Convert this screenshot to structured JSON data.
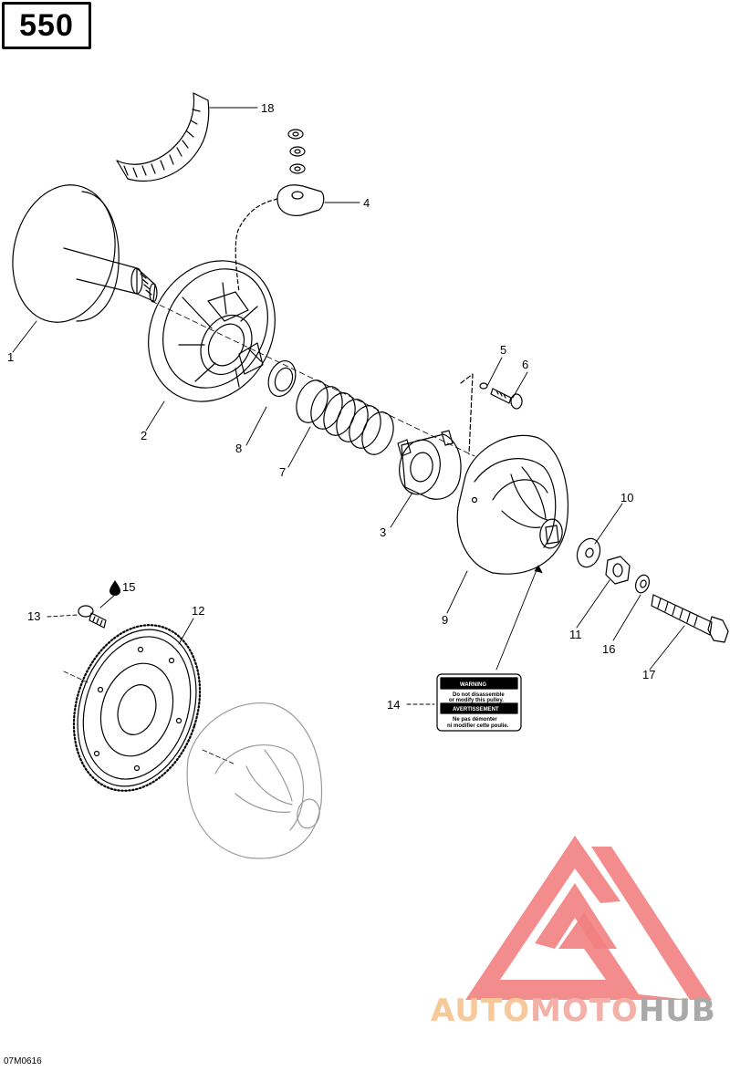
{
  "page_badge": "550",
  "drawing_ref": "07M0616",
  "brand": {
    "part1": "AUTO",
    "part2": "MOTO",
    "part3": "HUB"
  },
  "callouts": [
    "18",
    "4",
    "1",
    "2",
    "5",
    "6",
    "8",
    "7",
    "3",
    "10",
    "9",
    "11",
    "16",
    "17",
    "15",
    "13",
    "12",
    "14"
  ],
  "warning_label": {
    "title_en": "WARNING",
    "text_en_1": "Do not disassemble",
    "text_en_2": "or modify this pulley.",
    "title_fr": "AVERTISSEMENT",
    "text_fr_1": "Ne pas démonter",
    "text_fr_2": "ni modifier cette poulie."
  },
  "colors": {
    "line": "#000000",
    "ghost": "#9a9a9a",
    "logo_red": "#f27f7f",
    "logo_orange": "#f7c89a"
  },
  "icons": [
    "drop-icon"
  ]
}
